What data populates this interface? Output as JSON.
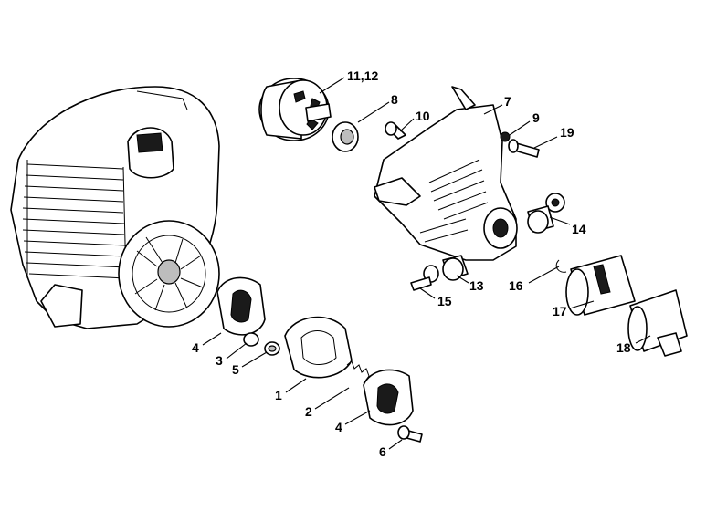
{
  "callouts": {
    "c1": "1",
    "c2": "2",
    "c3": "3",
    "c4a": "4",
    "c4b": "4",
    "c5": "5",
    "c6": "6",
    "c7": "7",
    "c8": "8",
    "c9": "9",
    "c10": "10",
    "c11_12": "11,12",
    "c13": "13",
    "c14": "14",
    "c15": "15",
    "c16": "16",
    "c17": "17",
    "c18": "18",
    "c19": "19"
  }
}
